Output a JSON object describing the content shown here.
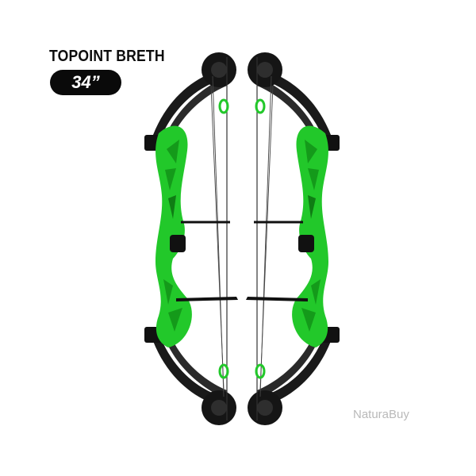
{
  "product": {
    "title": "TOPOINT BRETH",
    "size": "34”",
    "watermark": "NaturaBuy"
  },
  "colors": {
    "riser": "#22c82a",
    "riser_dark": "#149a1a",
    "limb": "#1a1a1a",
    "string": "#333333",
    "badge": "#0a0a0a"
  },
  "icons": [
    "bow-left-view",
    "bow-right-view"
  ]
}
